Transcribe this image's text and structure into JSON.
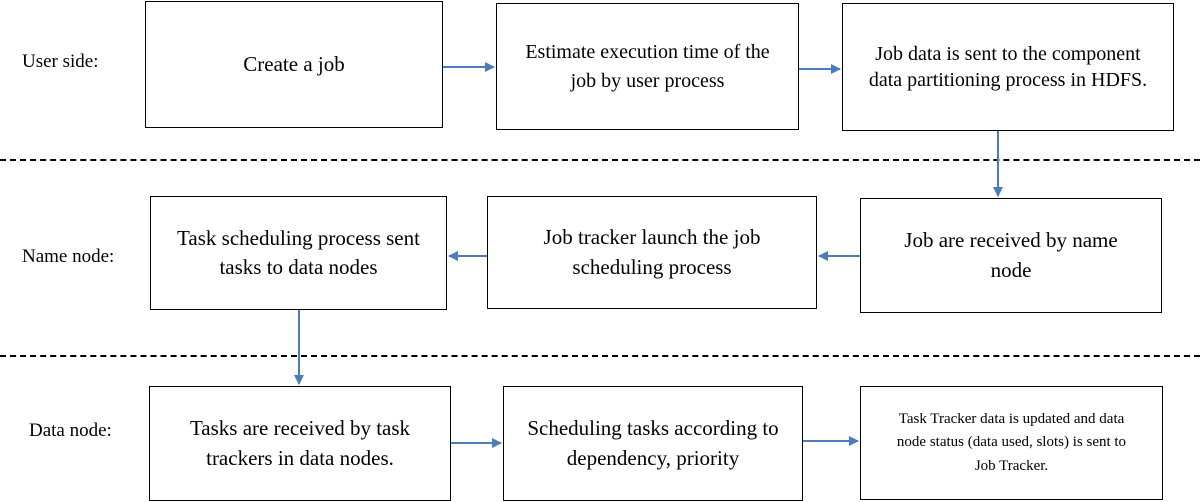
{
  "lanes": {
    "user": "User side:",
    "name": "Name node:",
    "data": "Data node:"
  },
  "boxes": {
    "create_job": "Create a job",
    "estimate_time": "Estimate execution time of the job by user process",
    "job_data_sent": "Job data is sent to the component data partitioning process in HDFS.",
    "job_received": "Job are received by name node",
    "job_tracker_launch": "Job tracker launch the job scheduling process",
    "task_scheduling": "Task scheduling process sent tasks to data nodes",
    "tasks_received": "Tasks are received by task trackers in data nodes.",
    "scheduling_tasks": "Scheduling tasks according to dependency, priority",
    "tracker_updated": "Task Tracker data is updated and data node status (data used, slots) is sent to Job Tracker."
  },
  "colors": {
    "arrow": "#4a7ebb",
    "border": "#000000"
  }
}
